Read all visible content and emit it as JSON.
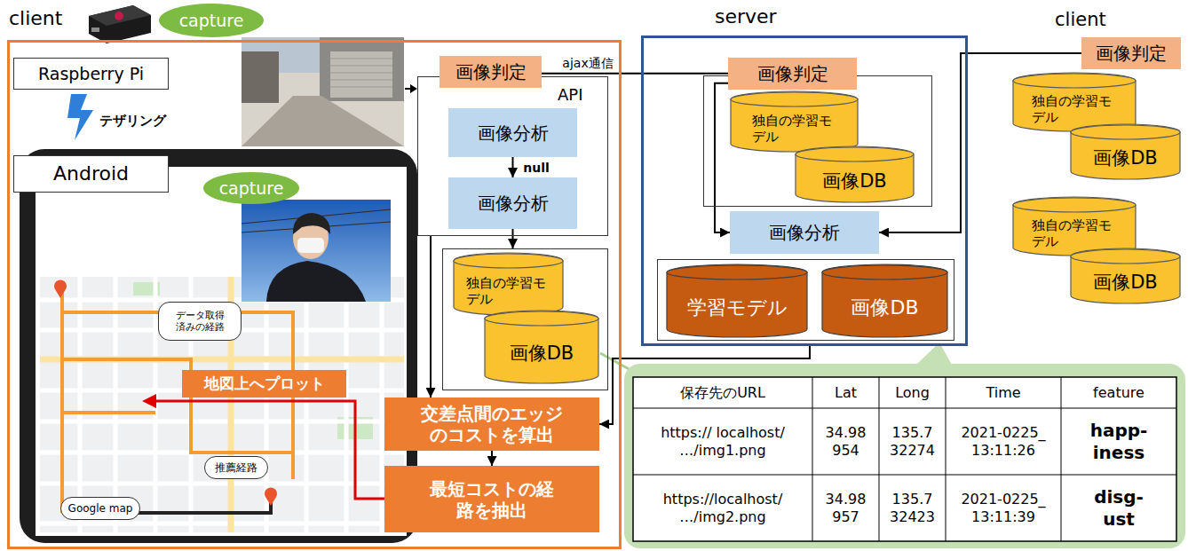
{
  "diagram": {
    "nodes": [
      {
        "text": [
          "client"
        ]
      },
      {
        "text": [
          "capture"
        ]
      },
      {
        "text": [
          "Raspberry Pi"
        ],
        "in": 0
      },
      {
        "text": [
          "Android"
        ],
        "in": 0
      },
      {
        "text": [
          "capture"
        ],
        "in": 0
      },
      {
        "text": [
          "データ取得 済みの経路"
        ],
        "in": 0
      },
      {
        "text": [
          "地図上へプロット"
        ],
        "in": 0
      },
      {
        "text": [
          "推薦経路"
        ],
        "in": 0
      },
      {
        "text": [
          "Google map"
        ],
        "in": 0
      },
      {
        "text": [
          "画像判定"
        ],
        "in": 0
      },
      {
        "text": [
          "API"
        ],
        "in": 0
      },
      {
        "text": [
          "画像分析"
        ],
        "in": 10
      },
      {
        "text": [
          "画像分析"
        ],
        "in": 10
      },
      {
        "text": [],
        "in": 0
      },
      {
        "text": [
          "独自の学習モ デル"
        ],
        "in": 13
      },
      {
        "text": [
          "画像DB"
        ],
        "in": 13
      },
      {
        "text": [
          "交差点間のエッジ のコストを算出"
        ],
        "in": 0
      },
      {
        "text": [
          "最短コストの経 路を抽出"
        ],
        "in": 0
      },
      {
        "text": [
          "server"
        ]
      },
      {
        "text": [
          "画像判定"
        ],
        "in": 18
      },
      {
        "text": [],
        "in": 18
      },
      {
        "text": [
          "独自の学習モ デル"
        ],
        "in": 20
      },
      {
        "text": [
          "画像DB"
        ],
        "in": 20
      },
      {
        "text": [
          "画像分析"
        ],
        "in": 18
      },
      {
        "text": [],
        "in": 18
      },
      {
        "text": [
          "学習モデル"
        ],
        "in": 24
      },
      {
        "text": [
          "画像DB"
        ],
        "in": 24
      },
      {
        "text": [
          "画像判定"
        ]
      },
      {
        "text": [
          "独自の学習モ デル"
        ]
      },
      {
        "text": [
          "画像DB"
        ]
      },
      {
        "text": [
          "独自の学習モ デル"
        ]
      },
      {
        "text": [
          "画像DB"
        ]
      }
    ],
    "edges": [
      {
        "from": 9,
        "to": 19,
        "label": "ajax通信",
        "arrow": "none"
      },
      {
        "from": 11,
        "to": 12,
        "label": "null",
        "arrow": "to"
      },
      {
        "from": 12,
        "to": 13,
        "arrow": "to"
      },
      {
        "from": 10,
        "to": 16,
        "arrow": "to"
      },
      {
        "from": 18,
        "to": 16,
        "arrow": "to"
      },
      {
        "from": 16,
        "to": 17,
        "arrow": "to"
      },
      {
        "from": 19,
        "to": 23,
        "arrow": "to"
      },
      {
        "from": 27,
        "to": 23,
        "arrow": "to"
      }
    ],
    "labels": [
      "client",
      "テザリング",
      "保存先のURL",
      "Lat",
      "Long",
      "Time",
      "feature",
      "https:// localhost/ …/img1.png",
      "34.98 954",
      "135.7 32274",
      "2021-0225_ 13:11:26",
      "happ- iness",
      "https://localhost/ …/img2.png",
      "34.98 957",
      "135.7 32423",
      "2021-0225_ 13:11:39",
      "disg- ust"
    ]
  }
}
